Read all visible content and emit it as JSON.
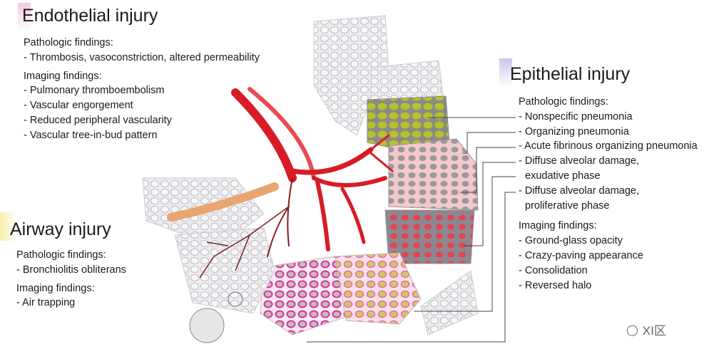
{
  "endothelial": {
    "title": "Endothelial injury",
    "pathologic_heading": "Pathologic findings:",
    "pathologic": [
      "- Thrombosis, vasoconstriction, altered permeability"
    ],
    "imaging_heading": "Imaging findings:",
    "imaging": [
      "- Pulmonary thromboembolism",
      "- Vascular engorgement",
      "- Reduced peripheral vascularity",
      "- Vascular tree-in-bud pattern"
    ],
    "accent": "#e8a6c8"
  },
  "epithelial": {
    "title": "Epithelial injury",
    "pathologic_heading": "Pathologic findings:",
    "pathologic": [
      "- Nonspecific pneumonia",
      "- Organizing pneumonia",
      "- Acute fibrinous organizing pneumonia",
      "- Diffuse alveolar damage,",
      "exudative phase",
      "- Diffuse alveolar damage,",
      "proliferative phase"
    ],
    "imaging_heading": "Imaging findings:",
    "imaging": [
      "- Ground-glass opacity",
      "- Crazy-paving appearance",
      "- Consolidation",
      "- Reversed halo"
    ],
    "accent": "#b8b4e0"
  },
  "airway": {
    "title": "Airway injury",
    "pathologic_heading": "Pathologic findings:",
    "pathologic": [
      "- Bronchiolitis obliterans"
    ],
    "imaging_heading": "Imaging findings:",
    "imaging": [
      "- Air trapping"
    ],
    "accent": "#f2ec9a"
  },
  "watermark": "XI区"
}
